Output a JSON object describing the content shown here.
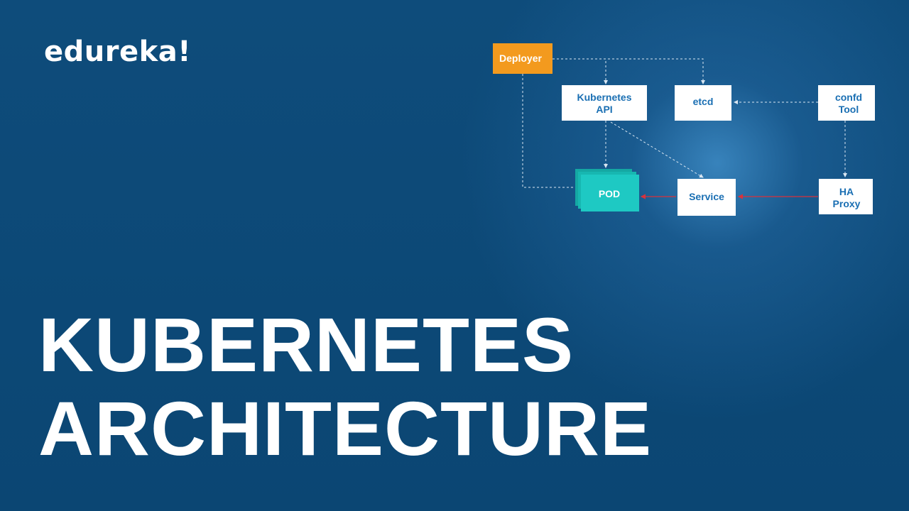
{
  "brand": {
    "logo_text": "edureka!"
  },
  "title": {
    "line1": "KUBERNETES",
    "line2": "ARCHITECTURE"
  },
  "diagram": {
    "nodes": {
      "deployer": "Deployer",
      "kubernetes_api_line1": "Kubernetes",
      "kubernetes_api_line2": "API",
      "etcd": "etcd",
      "confd_line1": "confd",
      "confd_line2": "Tool",
      "pod": "POD",
      "service": "Service",
      "ha_proxy_line1": "HA",
      "ha_proxy_line2": "Proxy"
    }
  },
  "colors": {
    "background": "#0d4a78",
    "deployer_fill": "#f39a1e",
    "pod_fill": "#1ec9c3",
    "node_text": "#1a6fb3",
    "arrow_red": "#d8323c"
  }
}
